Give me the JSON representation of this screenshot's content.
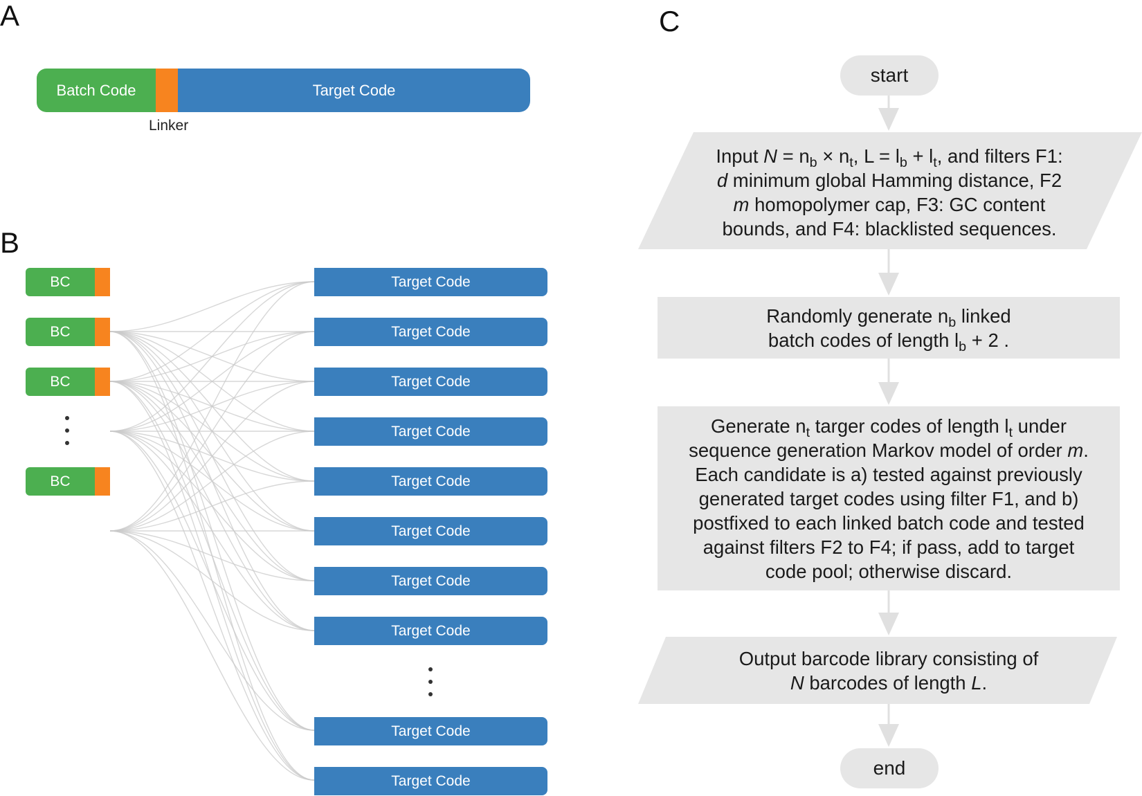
{
  "panels": {
    "a": "A",
    "b": "B",
    "c": "C"
  },
  "panel_a": {
    "batch_label": "Batch Code",
    "target_label": "Target Code",
    "linker_label": "Linker"
  },
  "panel_b": {
    "bc_label": "BC",
    "target_label": "Target Code",
    "bc_rows": [
      1,
      2,
      3,
      5
    ],
    "target_rows": [
      0,
      1,
      2,
      3,
      4,
      5,
      6,
      7,
      9,
      10
    ]
  },
  "flow": {
    "start": "start",
    "input": {
      "l1_a": "Input ",
      "l1_N": "N",
      "l1_b": " = n",
      "l1_b_sub": "b",
      "l1_c": " × n",
      "l1_t_sub": "t",
      "l1_d": ", L = l",
      "l1_lb_sub": "b",
      "l1_e": " + l",
      "l1_lt_sub": "t",
      "l1_f": ", and filters F1:",
      "l2_d": "d",
      "l2_rest": " minimum global Hamming distance, F2",
      "l3_m": "m",
      "l3_rest": " homopolymer cap, F3: GC content",
      "l4": "bounds, and F4: blacklisted sequences."
    },
    "batch": {
      "l1_a": "Randomly generate n",
      "l1_sub": "b",
      "l1_b": " linked",
      "l2_a": "batch codes of length l",
      "l2_sub": "b",
      "l2_b": " + 2 ."
    },
    "target": {
      "l1_a": "Generate n",
      "l1_sub": "t",
      "l1_b": " targer codes of length l",
      "l1_sub2": "t",
      "l1_c": " under",
      "l2_a": "sequence generation Markov model of order ",
      "l2_m": "m",
      "l2_b": ".",
      "l3": "Each candidate is a) tested against previously",
      "l4": "generated target codes using filter F1, and b)",
      "l5": "postfixed to each linked batch code and tested",
      "l6": "against filters F2 to F4; if pass, add to target",
      "l7": "code pool; otherwise discard."
    },
    "output": {
      "l1": "Output barcode library consisting of",
      "l2_N": "N",
      "l2_a": " barcodes of length ",
      "l2_L": "L",
      "l2_b": "."
    },
    "end": "end"
  },
  "colors": {
    "green": "#4caf50",
    "orange": "#f7841f",
    "blue": "#3a7fbd",
    "flow_fill": "#e6e6e6",
    "connector": "#e0e0e0"
  }
}
